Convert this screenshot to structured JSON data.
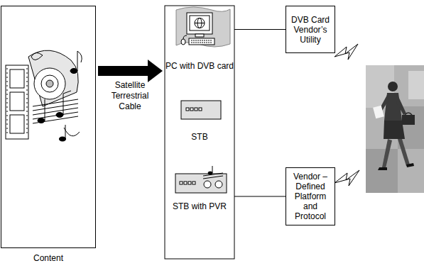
{
  "diagram": {
    "nodes": [
      {
        "text": [
          "Content"
        ]
      },
      {
        "text": [
          "PC with DVB card"
        ]
      },
      {
        "text": [
          "STB"
        ]
      },
      {
        "text": [
          "STB with PVR"
        ]
      },
      {
        "text": [
          "DVB Card Vendor’s Utility"
        ]
      },
      {
        "text": [
          "Vendor – Defined Platform and Protocol"
        ]
      }
    ],
    "edges": [
      {
        "from": 1,
        "to": 4,
        "arrow": "none"
      },
      {
        "from": 3,
        "to": 5,
        "arrow": "none"
      }
    ],
    "labels": [
      "Satellite",
      "Terrestrial",
      "Cable"
    ]
  }
}
